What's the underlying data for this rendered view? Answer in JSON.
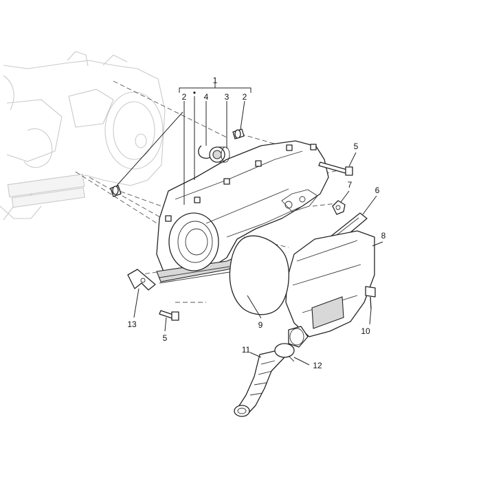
{
  "diagram": {
    "callouts": [
      {
        "id": "c1",
        "text": "1"
      },
      {
        "id": "c2a",
        "text": "2"
      },
      {
        "id": "c-dot",
        "text": "•"
      },
      {
        "id": "c4",
        "text": "4"
      },
      {
        "id": "c3",
        "text": "3"
      },
      {
        "id": "c2b",
        "text": "2"
      },
      {
        "id": "c5a",
        "text": "5"
      },
      {
        "id": "c7",
        "text": "7"
      },
      {
        "id": "c6",
        "text": "6"
      },
      {
        "id": "c8",
        "text": "8"
      },
      {
        "id": "c9",
        "text": "9"
      },
      {
        "id": "c10",
        "text": "10"
      },
      {
        "id": "c13",
        "text": "13"
      },
      {
        "id": "c5b",
        "text": "5"
      },
      {
        "id": "c11",
        "text": "11"
      },
      {
        "id": "c12",
        "text": "12"
      }
    ],
    "colors": {
      "line": "#222222",
      "ghost": "#c9c9c9",
      "background": "#ffffff"
    }
  }
}
